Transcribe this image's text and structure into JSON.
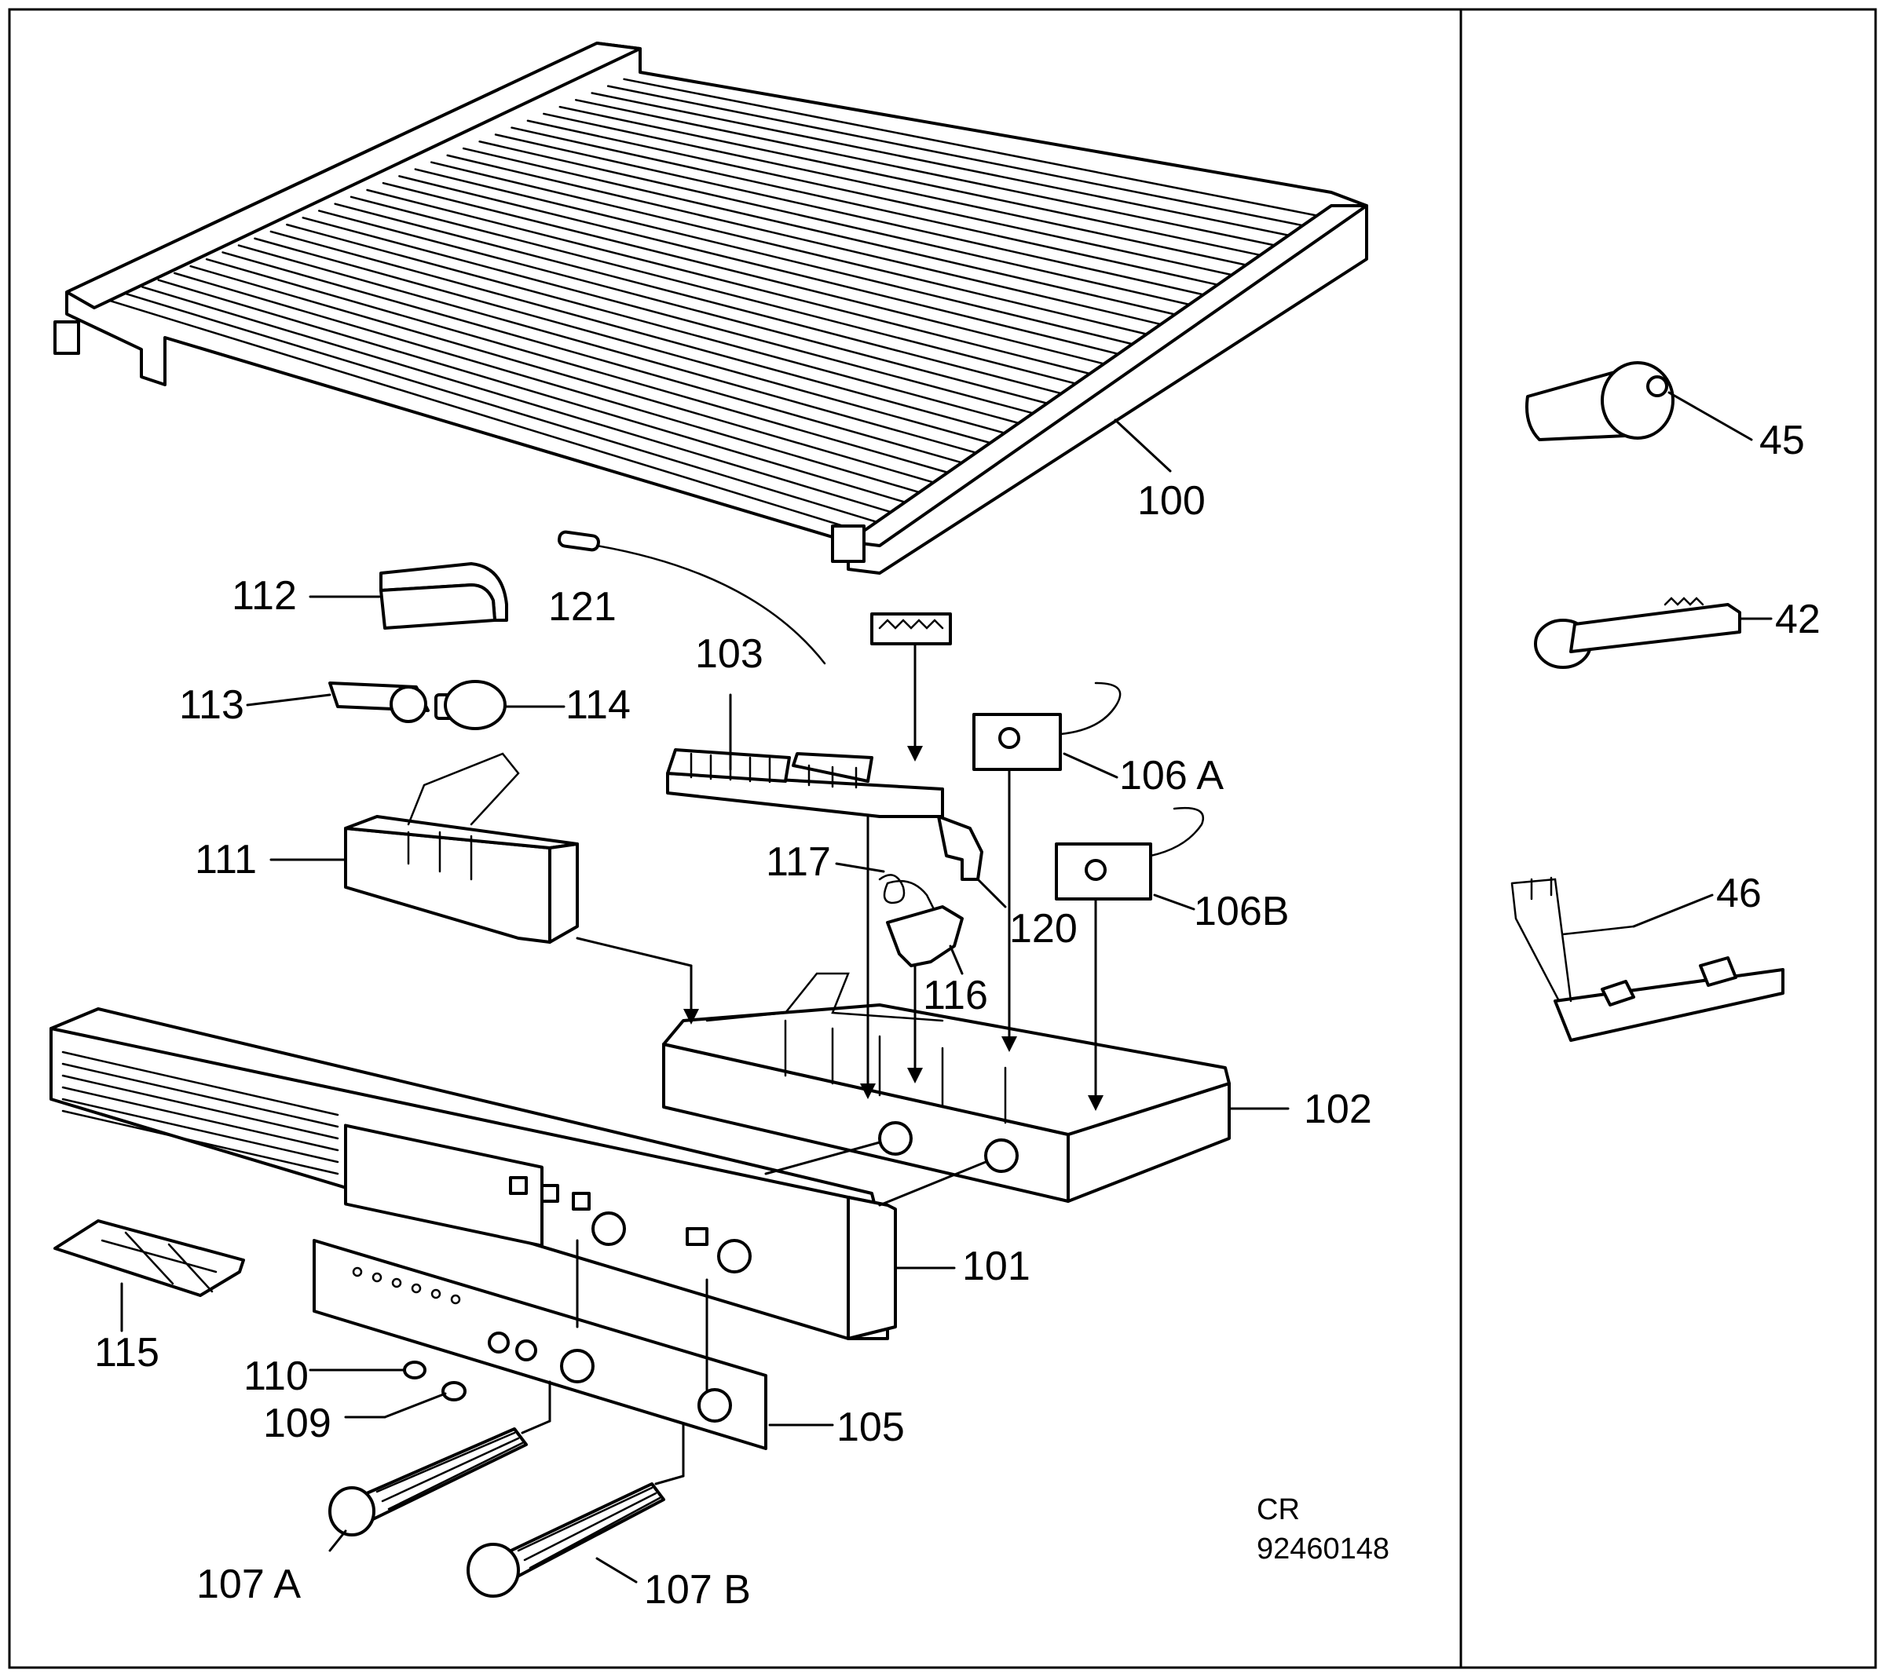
{
  "labels": {
    "l100": "100",
    "l112": "112",
    "l121": "121",
    "l103": "103",
    "l113": "113",
    "l114": "114",
    "l106a": "106 A",
    "l111": "111",
    "l117": "117",
    "l106b": "106B",
    "l120": "120",
    "l116": "116",
    "l102": "102",
    "l101": "101",
    "l115": "115",
    "l110": "110",
    "l109": "109",
    "l105": "105",
    "l107a": "107 A",
    "l107b": "107 B",
    "l45": "45",
    "l42": "42",
    "l46": "46"
  },
  "code": {
    "line1": "CR",
    "line2": "92460148"
  }
}
